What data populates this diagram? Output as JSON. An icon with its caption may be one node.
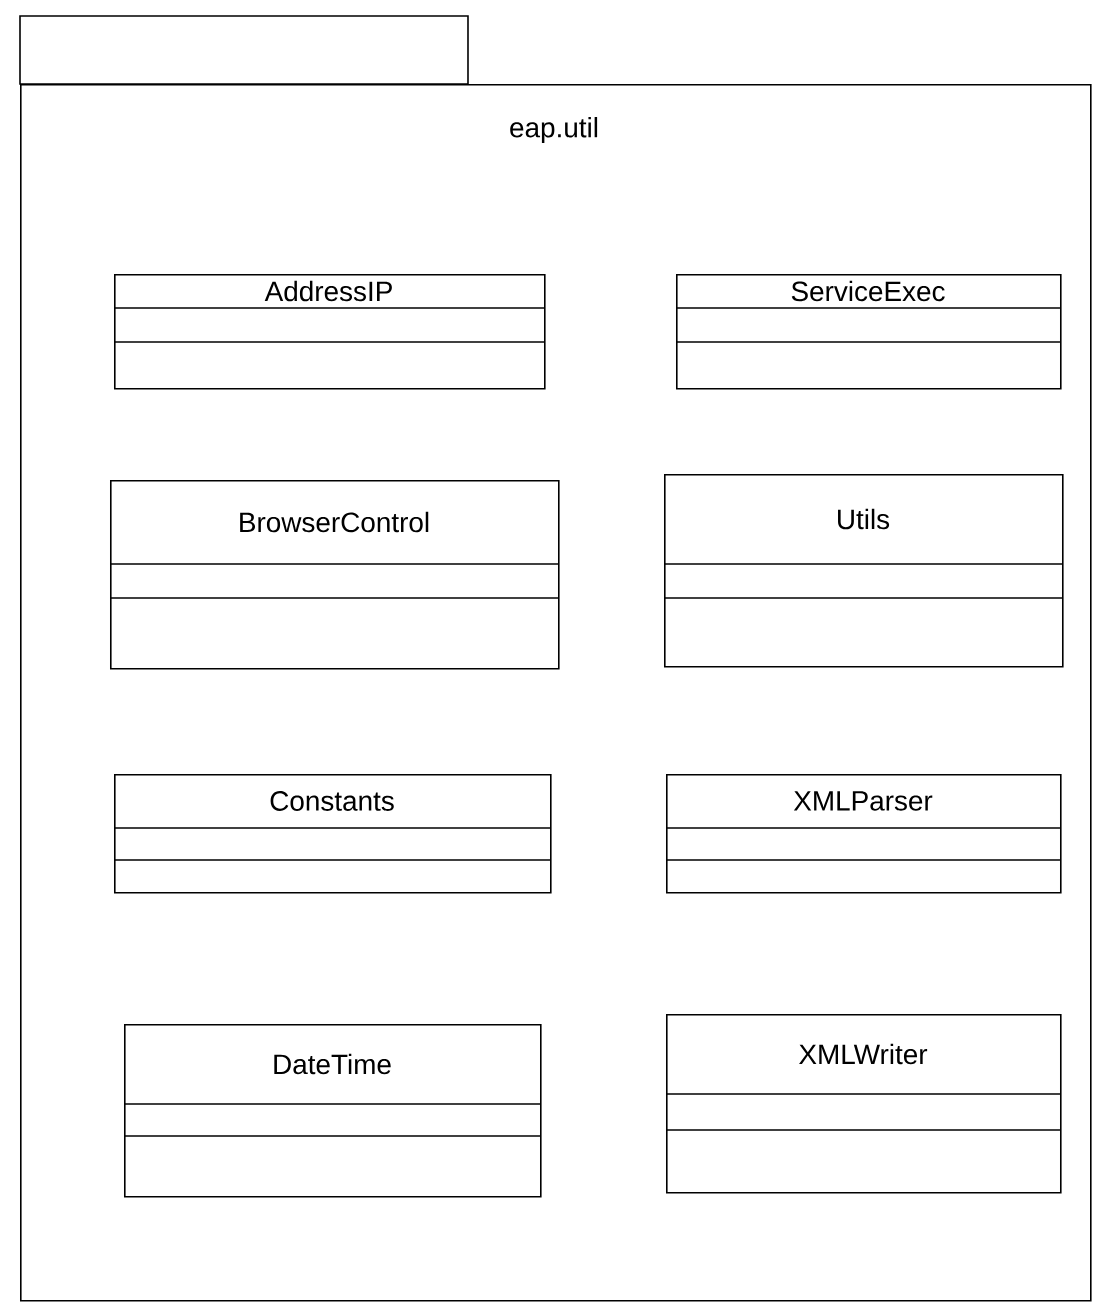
{
  "diagram": {
    "nodes": [
      {
        "text": [
          "eap.util"
        ]
      },
      {
        "text": [
          "AddressIP"
        ],
        "in": 0
      },
      {
        "text": [
          "ServiceExec"
        ],
        "in": 0
      },
      {
        "text": [
          "BrowserControl"
        ],
        "in": 0
      },
      {
        "text": [
          "Utils"
        ],
        "in": 0
      },
      {
        "text": [
          "Constants"
        ],
        "in": 0
      },
      {
        "text": [
          "XMLParser"
        ],
        "in": 0
      },
      {
        "text": [
          "DateTime"
        ],
        "in": 0
      },
      {
        "text": [
          "XMLWriter"
        ],
        "in": 0
      }
    ]
  }
}
